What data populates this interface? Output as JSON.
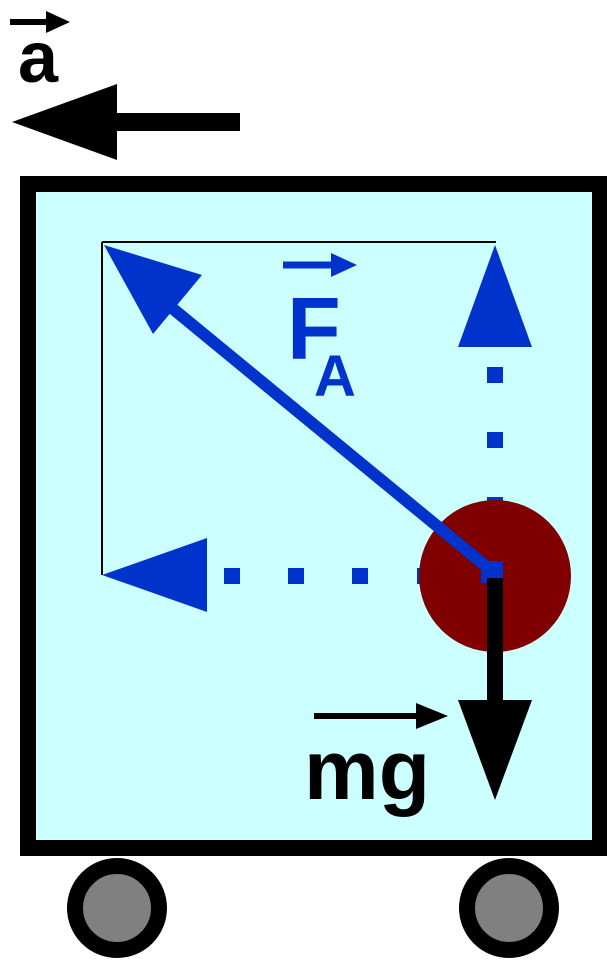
{
  "labels": {
    "acceleration": "a",
    "force_main": "F",
    "force_sub": "A",
    "gravity": "mg"
  },
  "colors": {
    "background": "#ffffff",
    "cart_fill": "#ccffff",
    "cart_stroke": "#000000",
    "force_vector": "#0033cc",
    "ball": "#800000",
    "gravity_vector": "#000000",
    "wheel_fill": "#808080",
    "wheel_stroke": "#000000"
  },
  "icons": {
    "acceleration_arrow": "left-arrow",
    "gravity_arrow": "down-arrow"
  }
}
